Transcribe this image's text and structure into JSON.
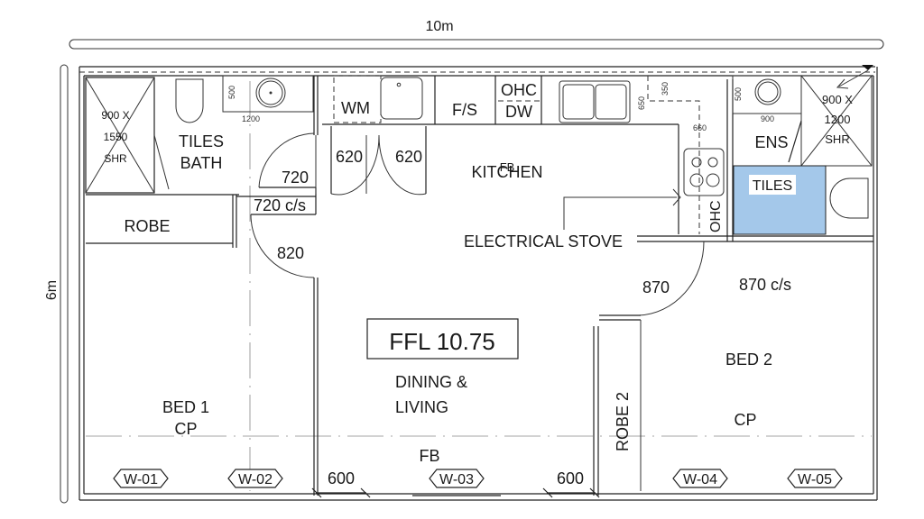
{
  "dimensions": {
    "width_label": "10m",
    "height_label": "6m"
  },
  "ffl_label": "FFL  10.75",
  "rooms": {
    "bath": [
      "TILES",
      "BATH"
    ],
    "bath_shower": [
      "900 X",
      "1550",
      "SHR"
    ],
    "bath_vanity_depth": "500",
    "bath_vanity_width": "1200",
    "robe": "ROBE",
    "kitchen": "KITCHEN",
    "kitchen_fb": "FB",
    "wm": "WM",
    "fs": "F/S",
    "ohc_top": "OHC",
    "dw": "DW",
    "ohc_side": "OHC",
    "electrical_stove": "ELECTRICAL STOVE",
    "ens": "ENS",
    "ens_vanity_depth": "500",
    "ens_vanity_width": "900",
    "ens_shower": [
      "900 X",
      "1200",
      "SHR"
    ],
    "tiles": "TILES",
    "dining_living": [
      "DINING &",
      "LIVING"
    ],
    "dining_fb": "FB",
    "bed1": [
      "BED 1",
      "CP"
    ],
    "bed2": "BED 2",
    "bed2_cp": "CP",
    "robe2": "ROBE 2"
  },
  "doors": {
    "d720": "720",
    "d720cs": "720 c/s",
    "d820": "820",
    "d620a": "620",
    "d620b": "620",
    "d870": "870",
    "d870cs": "870 c/s",
    "d600a": "600",
    "d600b": "600"
  },
  "kitchen_dims": {
    "d650": "650",
    "d350": "350",
    "d660": "660"
  },
  "windows": [
    "W-01",
    "W-02",
    "W-03",
    "W-04",
    "W-05"
  ],
  "colors": {
    "tiles_fill": "#a4c8ea"
  }
}
